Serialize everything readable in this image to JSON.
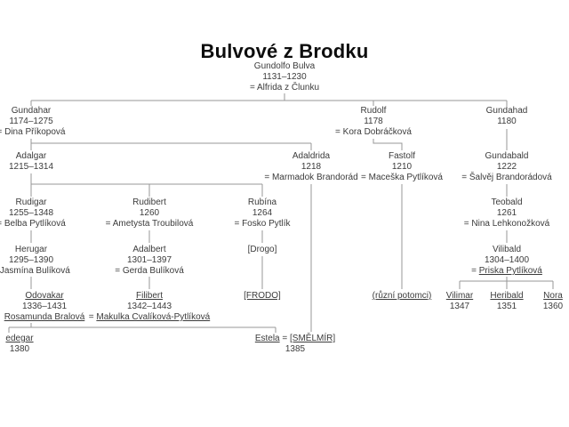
{
  "title": "Bulvové z Brodku",
  "colors": {
    "connector_line": "#979797",
    "text": "#3b3b3b",
    "title": "#0d0d0d"
  },
  "nodes": {
    "gundolfo": {
      "name": "Gundolfo Bulva",
      "years": "1131–1230",
      "spouse": "= Alfrida z Člunku"
    },
    "gundahar": {
      "name": "Gundahar",
      "years": "1174–1275",
      "spouse": "= Dina Příkopová"
    },
    "rudolf": {
      "name": "Rudolf",
      "years": "1178",
      "spouse": "= Kora Dobráčková"
    },
    "gundahad": {
      "name": "Gundahad",
      "years": "1180"
    },
    "adalgar": {
      "name": "Adalgar",
      "years": "1215–1314"
    },
    "adaldrida": {
      "name": "Adaldrida",
      "years": "1218",
      "spouse": "= Marmadok Brandorád"
    },
    "fastolf": {
      "name": "Fastolf",
      "years": "1210",
      "spouse": "= Maceška Pytlíková"
    },
    "gundabald": {
      "name": "Gundabald",
      "years": "1222",
      "spouse": "= Šalvěj Brandorádová"
    },
    "rudigar": {
      "name": "Rudigar",
      "years": "1255–1348",
      "spouse": "= Belba Pytlíková"
    },
    "rudibert": {
      "name": "Rudibert",
      "years": "1260",
      "spouse": "= Ametysta Troubilová"
    },
    "rubina": {
      "name": "Rubína",
      "years": "1264",
      "spouse": "= Fosko Pytlík"
    },
    "teobald": {
      "name": "Teobald",
      "years": "1261",
      "spouse": "= Nina Lehkonožková"
    },
    "herugar": {
      "name": "Herugar",
      "years": "1295–1390",
      "spouse": "= Jasmína Bulíková"
    },
    "adalbert": {
      "name": "Adalbert",
      "years": "1301–1397",
      "spouse": "= Gerda Bulíková"
    },
    "drogo": {
      "name": "[Drogo]"
    },
    "vilibald": {
      "name": "Vilibald",
      "years": "1304–1400",
      "spouse_eq": "= ",
      "spouse_link": "Priska Pytlíková"
    },
    "odovakar": {
      "name": "Odovakar",
      "years": "1336–1431",
      "spouse_link": "Rosamunda Bralová"
    },
    "filibert": {
      "name": "Filibert",
      "years": "1342–1443",
      "spouse_eq": "= ",
      "spouse_link": "Makulka Cvalíková-Pytlíková"
    },
    "frodo": {
      "name": "[FRODO]"
    },
    "ruzni": {
      "name": "(různí potomci)"
    },
    "vilimar": {
      "name": "Vilimar",
      "years": "1347"
    },
    "heribald": {
      "name": "Heribald",
      "years": "1351"
    },
    "nora": {
      "name": "Nora",
      "years": "1360"
    },
    "fredegar": {
      "name": "edegar",
      "years": "1380"
    },
    "estela": {
      "name": "Estela",
      "eq": " = ",
      "spouse_link": "[SMĚLMÍR]",
      "years": "1385"
    }
  }
}
